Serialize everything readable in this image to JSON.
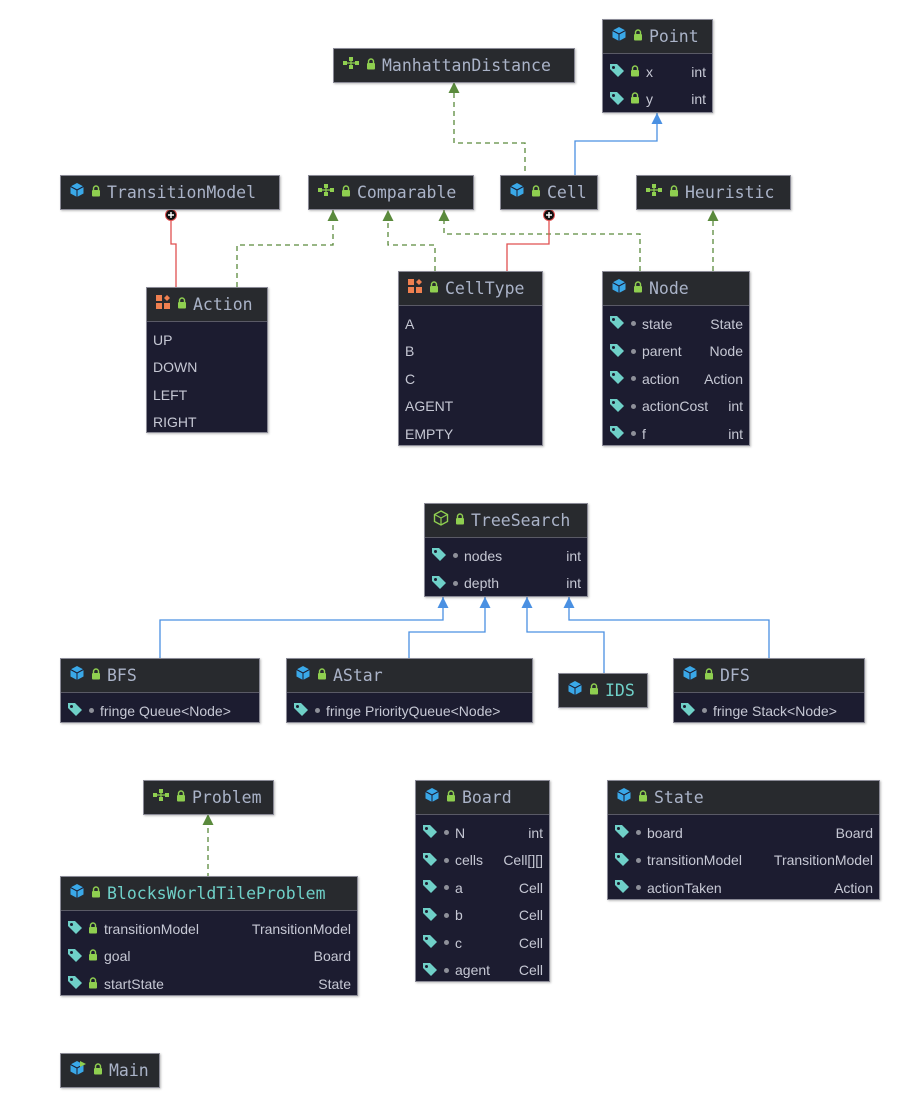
{
  "classes": {
    "manhattan": {
      "name": "ManhattanDistance"
    },
    "point": {
      "name": "Point",
      "fields": [
        {
          "name": "x",
          "type": "int"
        },
        {
          "name": "y",
          "type": "int"
        }
      ]
    },
    "transitionmodel": {
      "name": "TransitionModel"
    },
    "comparable": {
      "name": "Comparable"
    },
    "cell": {
      "name": "Cell"
    },
    "heuristic": {
      "name": "Heuristic"
    },
    "action": {
      "name": "Action",
      "constants": [
        "UP",
        "DOWN",
        "LEFT",
        "RIGHT"
      ]
    },
    "celltype": {
      "name": "CellType",
      "constants": [
        "A",
        "B",
        "C",
        "AGENT",
        "EMPTY"
      ]
    },
    "node": {
      "name": "Node",
      "fields": [
        {
          "name": "state",
          "type": "State"
        },
        {
          "name": "parent",
          "type": "Node"
        },
        {
          "name": "action",
          "type": "Action"
        },
        {
          "name": "actionCost",
          "type": "int"
        },
        {
          "name": "f",
          "type": "int"
        }
      ]
    },
    "treesearch": {
      "name": "TreeSearch",
      "fields": [
        {
          "name": "nodes",
          "type": "int"
        },
        {
          "name": "depth",
          "type": "int"
        }
      ]
    },
    "bfs": {
      "name": "BFS",
      "fields": [
        {
          "name": "fringe",
          "type": "Queue<Node>"
        }
      ]
    },
    "astar": {
      "name": "AStar",
      "fields": [
        {
          "name": "fringe",
          "type": "PriorityQueue<Node>"
        }
      ]
    },
    "ids": {
      "name": "IDS"
    },
    "dfs": {
      "name": "DFS",
      "fields": [
        {
          "name": "fringe",
          "type": "Stack<Node>"
        }
      ]
    },
    "problem": {
      "name": "Problem"
    },
    "blocks": {
      "name": "BlocksWorldTileProblem",
      "fields": [
        {
          "name": "transitionModel",
          "type": "TransitionModel"
        },
        {
          "name": "goal",
          "type": "Board"
        },
        {
          "name": "startState",
          "type": "State"
        }
      ]
    },
    "board": {
      "name": "Board",
      "fields": [
        {
          "name": "N",
          "type": "int"
        },
        {
          "name": "cells",
          "type": "Cell[][]"
        },
        {
          "name": "a",
          "type": "Cell"
        },
        {
          "name": "b",
          "type": "Cell"
        },
        {
          "name": "c",
          "type": "Cell"
        },
        {
          "name": "agent",
          "type": "Cell"
        }
      ]
    },
    "state": {
      "name": "State",
      "fields": [
        {
          "name": "board",
          "type": "Board"
        },
        {
          "name": "transitionModel",
          "type": "TransitionModel"
        },
        {
          "name": "actionTaken",
          "type": "Action"
        }
      ]
    },
    "main": {
      "name": "Main"
    }
  },
  "colors": {
    "implements_edge": "#5a8a3c",
    "extends_edge": "#4a90e2",
    "inner_edge": "#e05050",
    "class_icon": "#3aa8e8",
    "interface_icon": "#8fcf50",
    "enum_icon": "#f08050",
    "field_icon": "#6fd0c8",
    "lock_icon": "#8fcf50"
  }
}
